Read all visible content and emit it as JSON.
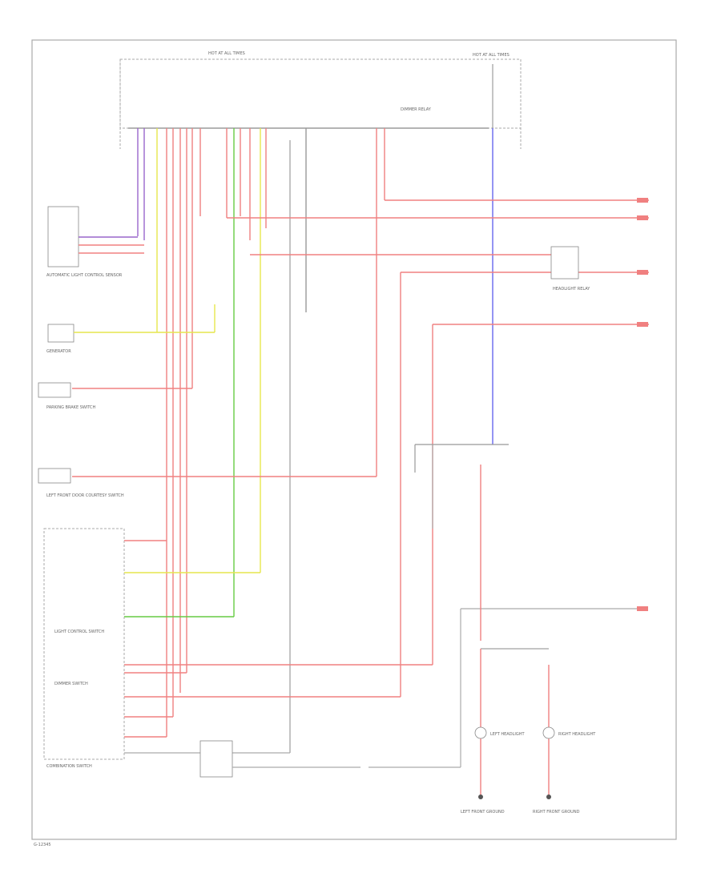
{
  "diagram": {
    "corner_label": "G-12345",
    "components": {
      "dimmer_relay": "DIMMER RELAY",
      "headlight_relay": "HEADLIGHT RELAY",
      "combination_switch": "COMBINATION SWITCH",
      "light_control_switch": "LIGHT CONTROL SWITCH",
      "dimmer_switch": "DIMMER SWITCH",
      "sensor_module": "AUTOMATIC LIGHT CONTROL SENSOR",
      "generator": "GENERATOR",
      "parking_brake_switch": "PARKING BRAKE SWITCH",
      "door_switch": "LEFT FRONT DOOR COURTESY SWITCH",
      "left_headlight": "LEFT HEADLIGHT",
      "right_headlight": "RIGHT HEADLIGHT",
      "left_ground": "LEFT FRONT GROUND",
      "right_ground": "RIGHT FRONT GROUND",
      "fuse_top": "HOT AT ALL TIMES",
      "fuse_right": "HOT AT ALL TIMES"
    },
    "wire_colors": {
      "red": "#f08080",
      "purple": "#9966cc",
      "yellow": "#e6e64d",
      "green": "#66cc44",
      "blue": "#6666ee",
      "gray": "#999999",
      "frame": "#aaaaaa"
    }
  }
}
